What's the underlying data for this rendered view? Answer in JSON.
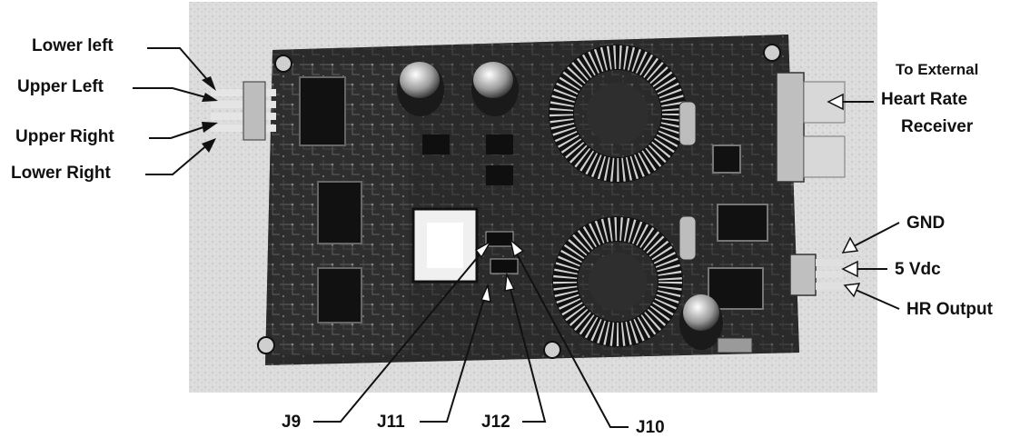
{
  "labels": {
    "lower_left": "Lower left",
    "upper_left": "Upper Left",
    "upper_right": "Upper Right",
    "lower_right": "Lower Right",
    "external_line1": "To External",
    "external_line2": "Heart Rate",
    "external_line3": "Receiver",
    "gnd": "GND",
    "vdc": "5 Vdc",
    "hr_output": "HR Output",
    "j9": "J9",
    "j11": "J11",
    "j12": "J12",
    "j10": "J10"
  },
  "colors": {
    "board": "#2b2b2b",
    "background_surface": "#d9d9d9",
    "callout_lines": "#111111"
  }
}
